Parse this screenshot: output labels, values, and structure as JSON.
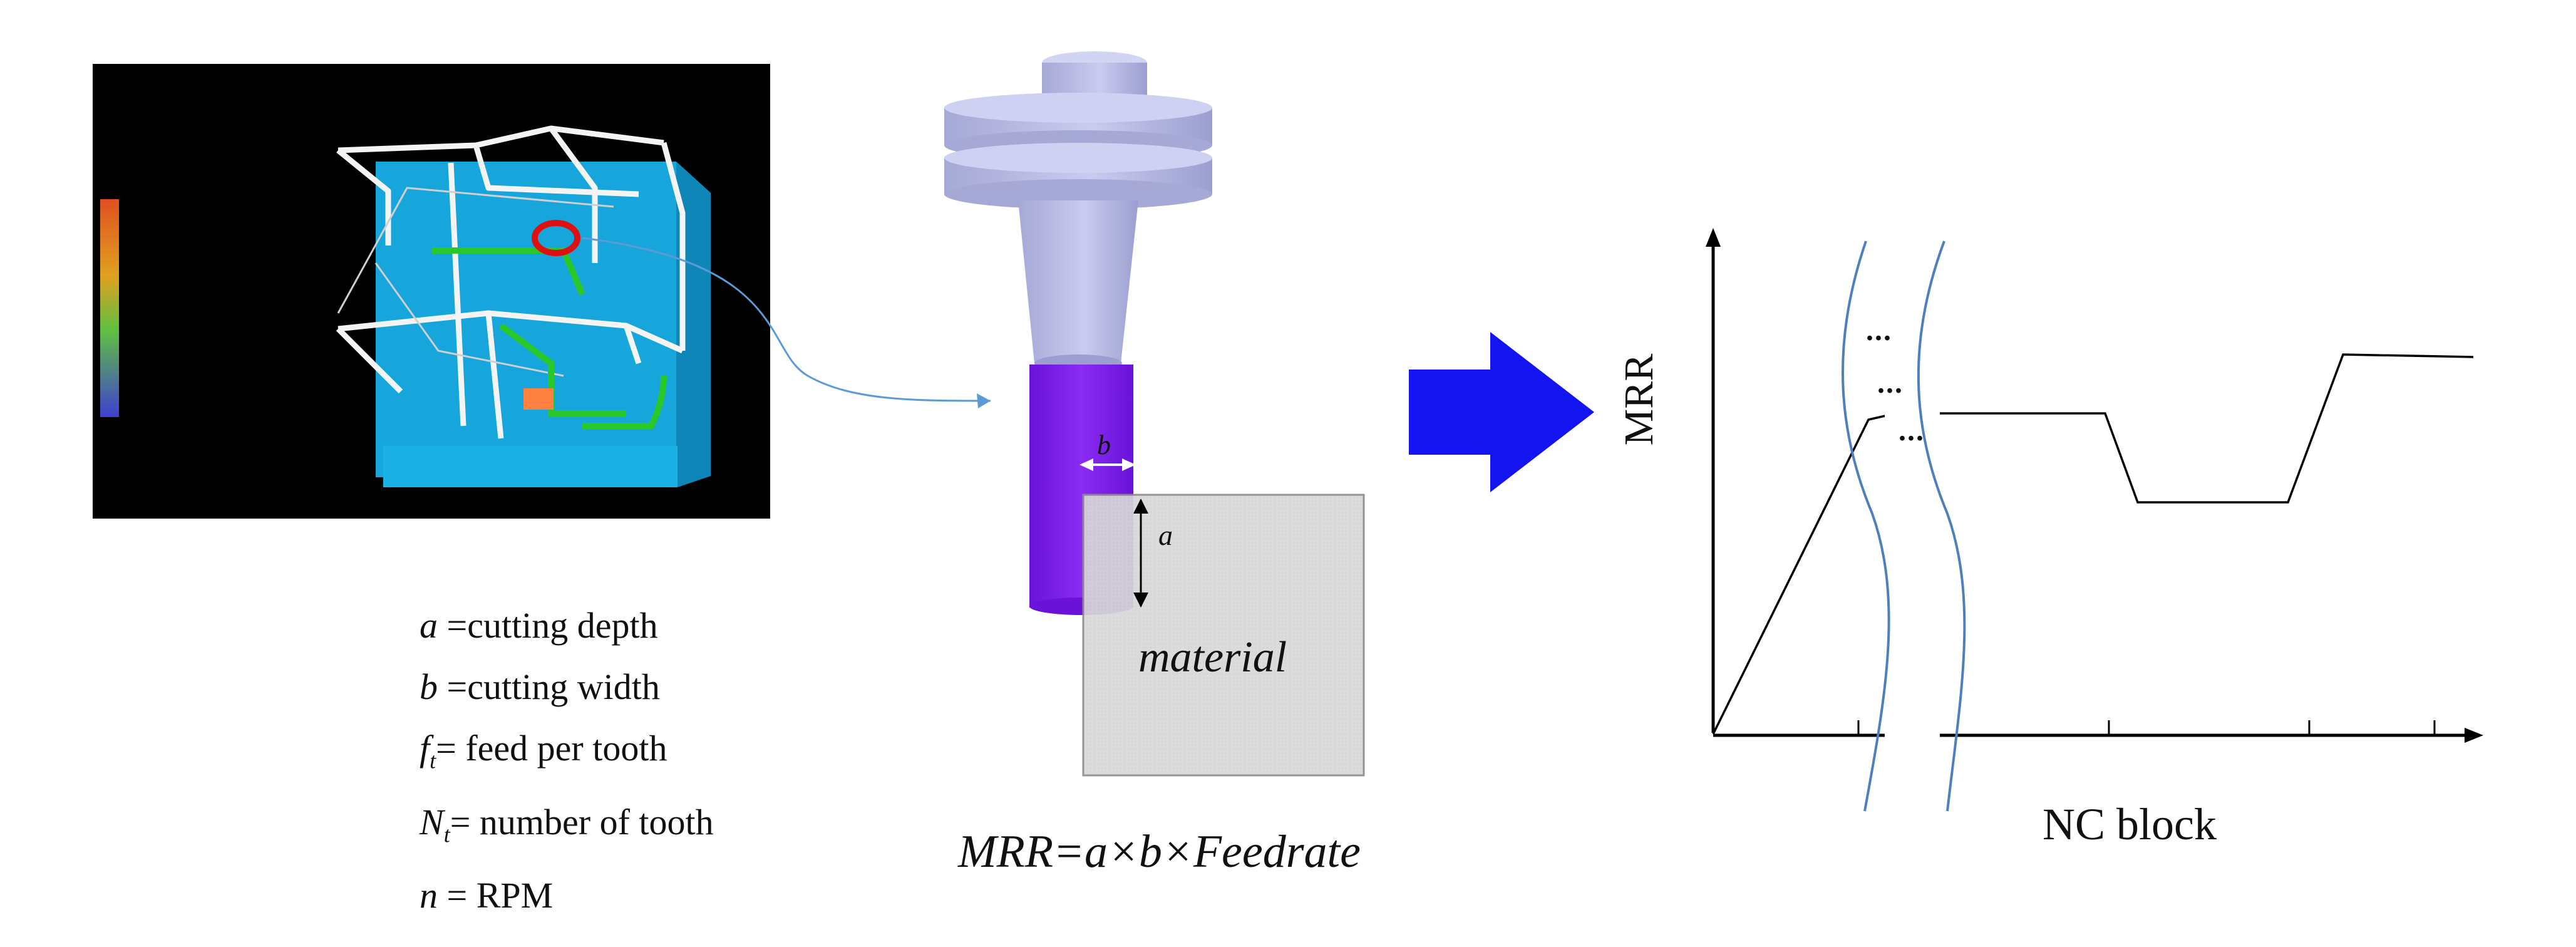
{
  "variables": {
    "a": {
      "symbol": "a",
      "sub": "",
      "text": " =cutting depth"
    },
    "b": {
      "symbol": "b",
      "sub": "",
      "text": " =cutting width"
    },
    "ft": {
      "symbol": "f",
      "sub": "t",
      "text": "= feed per tooth"
    },
    "nt": {
      "symbol": "N",
      "sub": "t",
      "text": "= number of tooth"
    },
    "n": {
      "symbol": "n",
      "sub": "",
      "text": " = RPM"
    }
  },
  "tool": {
    "material_label": "material",
    "dim_a": "a",
    "dim_b": "b",
    "formula": "MRR=a×b×Feedrate"
  },
  "graph": {
    "ylabel": "MRR",
    "xlabel": "NC block",
    "ellipsis": "..."
  },
  "colors": {
    "arrow": "#1414f0",
    "cutter": "#7a1ee6",
    "holder": "#b6b8e6",
    "break_lines": "#4f7fbf",
    "material": "#d9d9d9"
  }
}
